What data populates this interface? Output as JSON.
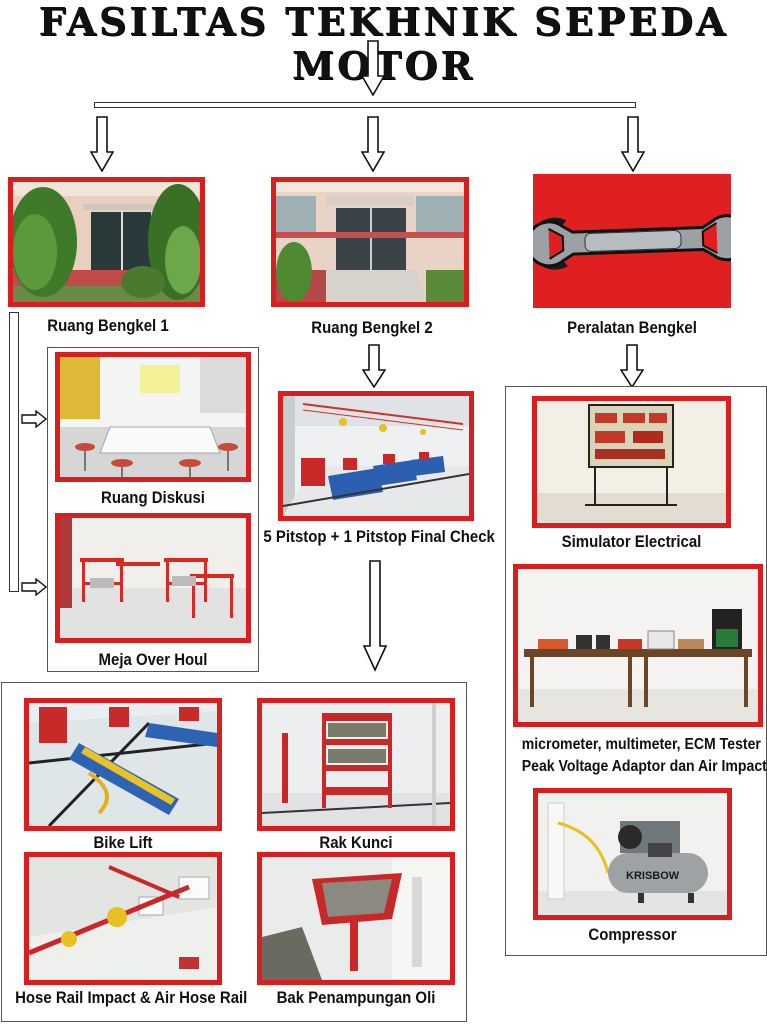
{
  "title": "FASILTAS TEKHNIK SEPEDA MOTOR",
  "branches": {
    "bengkel1": "Ruang Bengkel 1",
    "bengkel2": "Ruang Bengkel 2",
    "peralatan": "Peralatan Bengkel"
  },
  "bengkel1_items": {
    "diskusi": "Ruang Diskusi",
    "meja": "Meja Over Houl"
  },
  "bengkel2_items": {
    "pitstop": "5 Pitstop + 1 Pitstop Final Check",
    "bike_lift": "Bike Lift",
    "rak_kunci": "Rak Kunci",
    "hose_rail": "Hose Rail Impact & Air Hose Rail",
    "bak_oli": "Bak Penampungan Oli"
  },
  "peralatan_items": {
    "simulator": "Simulator Electrical",
    "tools_line1": "micrometer, multimeter, ECM Tester",
    "tools_line2": "Peak Voltage Adaptor dan Air Impact",
    "compressor": "Compressor",
    "compressor_brand": "KRISBOW"
  },
  "colors": {
    "frame": "#d81e1e",
    "wrench_bg": "#e02020",
    "text": "#111111"
  }
}
